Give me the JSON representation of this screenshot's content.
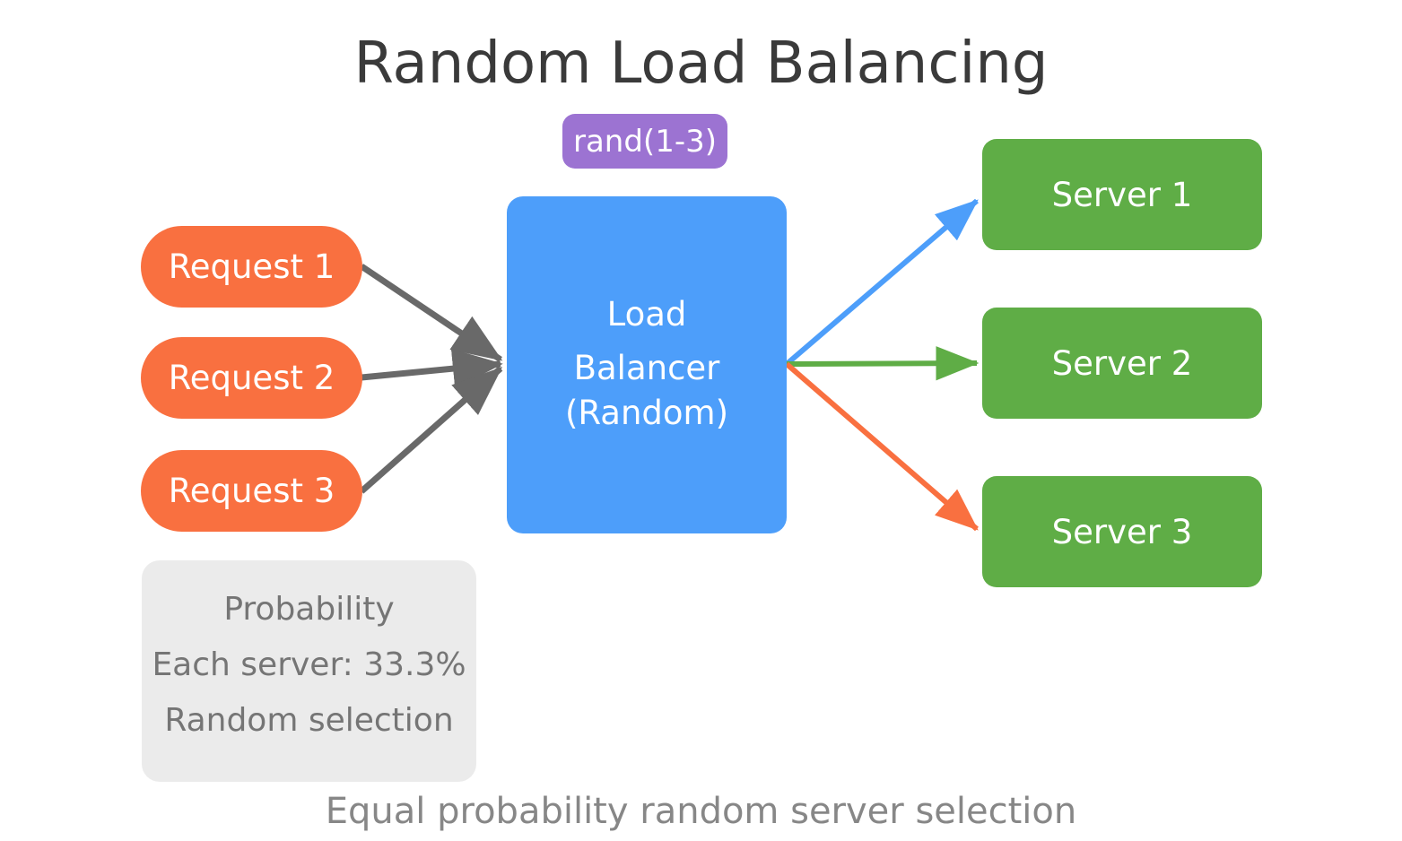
{
  "title": "Random Load Balancing",
  "badge": {
    "label": "rand(1-3)",
    "color": "#9c73d2"
  },
  "requests": [
    {
      "label": "Request 1"
    },
    {
      "label": "Request 2"
    },
    {
      "label": "Request 3"
    }
  ],
  "request_color": "#f97040",
  "load_balancer": {
    "lines": [
      "Load",
      "Balancer",
      "(Random)"
    ],
    "color": "#4d9efa"
  },
  "servers": [
    {
      "label": "Server 1"
    },
    {
      "label": "Server 2"
    },
    {
      "label": "Server 3"
    }
  ],
  "server_color": "#5fad46",
  "probability_box": {
    "lines": [
      "Probability",
      "Each server: 33.3%",
      "Random selection"
    ],
    "bg_color": "#ebebeb",
    "text_color": "#757575"
  },
  "caption": "Equal probability random server selection",
  "arrows": {
    "incoming_color": "#696969",
    "to_server_1_color": "#4d9efa",
    "to_server_2_color": "#5fad46",
    "to_server_3_color": "#f97040"
  }
}
